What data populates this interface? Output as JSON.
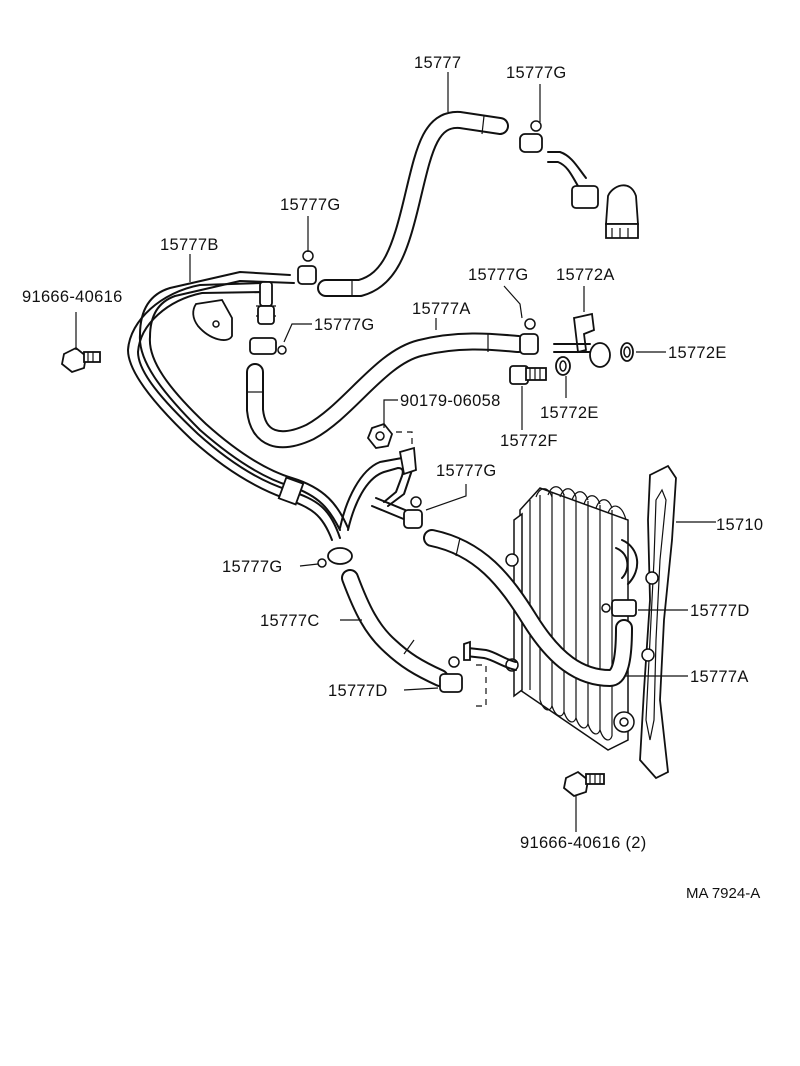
{
  "diagram_id": "MA 7924-A",
  "labels": {
    "p15777_top": "15777",
    "p15777G_top": "15777G",
    "p15777G_mid": "15777G",
    "p15777B": "15777B",
    "p91666_left": "91666-40616",
    "p15777G_left": "15777G",
    "p15777A_mid": "15777A",
    "p15777G_right": "15777G",
    "p15772A": "15772A",
    "p15772E_right": "15772E",
    "p90179": "90179-06058",
    "p15772E_low": "15772E",
    "p15772F": "15772F",
    "p15777G_center": "15777G",
    "p15710": "15710",
    "p15777G_lowleft": "15777G",
    "p15777D_right": "15777D",
    "p15777C": "15777C",
    "p15777A_low": "15777A",
    "p15777D_low": "15777D",
    "p91666_bottom": "91666-40616 (2)"
  },
  "icons": {
    "cooler": "oil-cooler-icon",
    "bracket": "cooler-bracket-icon",
    "bolt": "bolt-icon",
    "clamp": "hose-clamp-icon",
    "hose": "hose-icon",
    "pipe": "cooler-pipe-icon",
    "union": "union-fitting-icon",
    "gasket": "gasket-icon",
    "nut": "nut-icon"
  }
}
